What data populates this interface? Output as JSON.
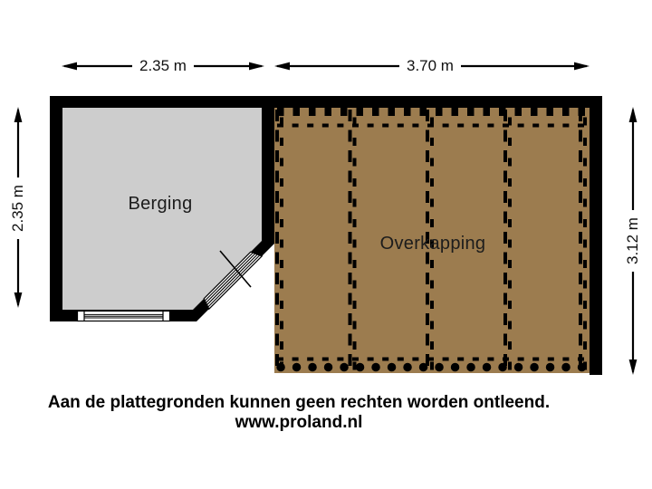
{
  "plan": {
    "type": "floorplan",
    "wall_color": "#000000",
    "rooms": [
      {
        "label": "Berging",
        "floor_color": "#cdcdcd"
      },
      {
        "label": "Overkapping",
        "floor_color": "#9c7c4f"
      }
    ],
    "dimensions": {
      "berging_width": "2.35 m",
      "overkapping_width": "3.70 m",
      "berging_height": "2.35 m",
      "overkapping_height": "3.12 m"
    },
    "label_background": "#ffffff"
  },
  "footer": {
    "disclaimer": "Aan de plattegronden kunnen geen rechten worden ontleend.",
    "website": "www.proland.nl"
  }
}
